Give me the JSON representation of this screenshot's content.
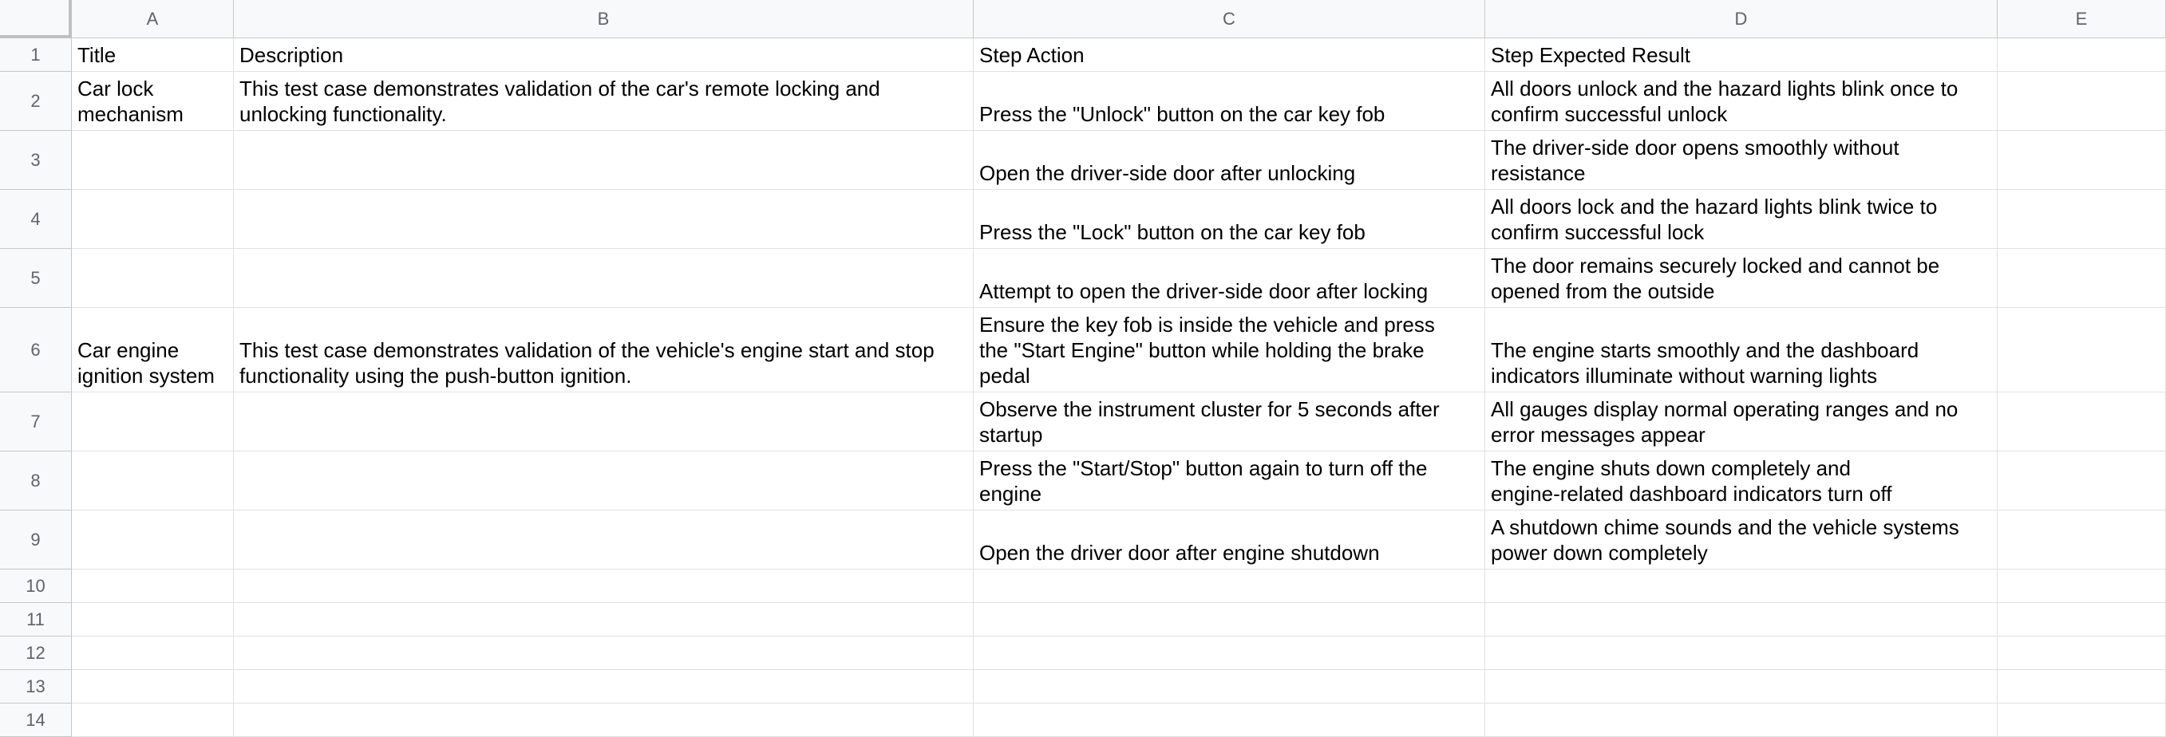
{
  "columns": [
    "A",
    "B",
    "C",
    "D",
    "E"
  ],
  "row_numbers": [
    "1",
    "2",
    "3",
    "4",
    "5",
    "6",
    "7",
    "8",
    "9",
    "10",
    "11",
    "12",
    "13",
    "14"
  ],
  "rows": [
    [
      "Title",
      "Description",
      "Step Action",
      "Step Expected Result",
      ""
    ],
    [
      "Car lock\nmechanism",
      "This test case demonstrates validation of the car's remote locking and\nunlocking functionality.",
      "Press the \"Unlock\" button on the car key fob",
      "All doors unlock and the hazard lights blink once to\nconfirm successful unlock",
      ""
    ],
    [
      "",
      "",
      "Open the driver-side door after unlocking",
      "The driver-side door opens smoothly without\nresistance",
      ""
    ],
    [
      "",
      "",
      "Press the \"Lock\" button on the car key fob",
      "All doors lock and the hazard lights blink twice to\nconfirm successful lock",
      ""
    ],
    [
      "",
      "",
      "Attempt to open the driver-side door after locking",
      "The door remains securely locked and cannot be\nopened from the outside",
      ""
    ],
    [
      "Car engine\nignition system",
      "This test case demonstrates validation of the vehicle's engine start and stop\nfunctionality using the push-button ignition.",
      "Ensure the key fob is inside the vehicle and press\nthe \"Start Engine\" button while holding the brake\npedal",
      "The engine starts smoothly and the dashboard\nindicators illuminate without warning lights",
      ""
    ],
    [
      "",
      "",
      "Observe the instrument cluster for 5 seconds after\nstartup",
      "All gauges display normal operating ranges and no\nerror messages appear",
      ""
    ],
    [
      "",
      "",
      "Press the \"Start/Stop\" button again to turn off the\nengine",
      "The engine shuts down completely and\nengine-related dashboard indicators turn off",
      ""
    ],
    [
      "",
      "",
      "Open the driver door after engine shutdown",
      "A shutdown chime sounds and the vehicle systems\npower down completely",
      ""
    ],
    [
      "",
      "",
      "",
      "",
      ""
    ],
    [
      "",
      "",
      "",
      "",
      ""
    ],
    [
      "",
      "",
      "",
      "",
      ""
    ],
    [
      "",
      "",
      "",
      "",
      ""
    ],
    [
      "",
      "",
      "",
      "",
      ""
    ]
  ]
}
